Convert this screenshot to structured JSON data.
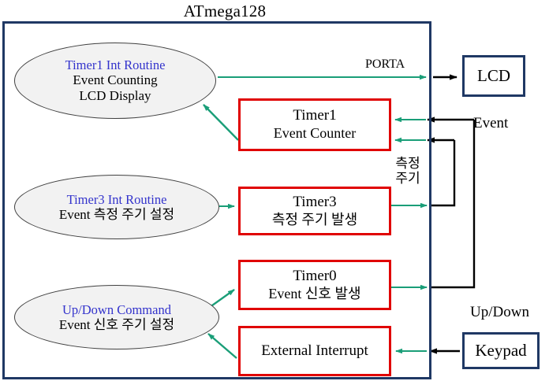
{
  "diagram": {
    "type": "block-diagram",
    "title": "ATmega128",
    "mcu_frame_color": "#1f3864",
    "hardware_box_color": "#e00000",
    "peripheral_box_color": "#1f3864",
    "software_arrow_color": "#1a9e78",
    "hardware_arrow_color": "#000000",
    "routine_title_color": "#3333cc"
  },
  "routines": [
    {
      "name": "timer1-int-routine",
      "title": "Timer1 Int Routine",
      "line1": "Event Counting",
      "line2": "LCD Display"
    },
    {
      "name": "timer3-int-routine",
      "title": "Timer3 Int Routine",
      "line1": "Event 측정 주기 설정"
    },
    {
      "name": "updown-command",
      "title": "Up/Down Command",
      "line1": "Event 신호 주기 설정"
    }
  ],
  "hardware_blocks": [
    {
      "name": "timer1",
      "line1": "Timer1",
      "line2": "Event Counter"
    },
    {
      "name": "timer3",
      "line1": "Timer3",
      "line2": "측정 주기  발생"
    },
    {
      "name": "timer0",
      "line1": "Timer0",
      "line2": "Event 신호 발생"
    },
    {
      "name": "external-interrupt",
      "line1": "External Interrupt"
    }
  ],
  "peripherals": [
    {
      "name": "lcd",
      "label": "LCD"
    },
    {
      "name": "keypad",
      "label": "Keypad"
    }
  ],
  "labels": {
    "porta": "PORTA",
    "event": "Event",
    "measure_period": "측정\n주기",
    "measure_period_line1": "측정",
    "measure_period_line2": "주기",
    "updown": "Up/Down"
  }
}
